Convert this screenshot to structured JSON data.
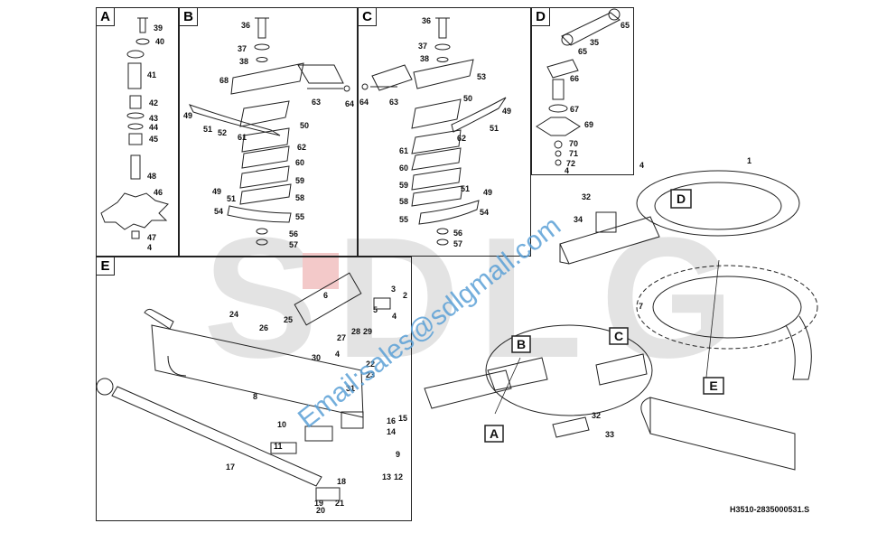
{
  "panels": {
    "a": "A",
    "b": "B",
    "c": "C",
    "d": "D",
    "e": "E"
  },
  "callouts": {
    "a": "A",
    "b": "B",
    "c": "C",
    "d": "D",
    "e": "E"
  },
  "parts": {
    "a": [
      "39",
      "40",
      "41",
      "42",
      "43",
      "44",
      "45",
      "48",
      "46",
      "47",
      "4"
    ],
    "b": [
      "36",
      "37",
      "38",
      "68",
      "63",
      "64",
      "49",
      "50",
      "51",
      "52",
      "61",
      "62",
      "60",
      "59",
      "58",
      "49",
      "51",
      "54",
      "55",
      "56",
      "57"
    ],
    "c": [
      "36",
      "37",
      "38",
      "53",
      "64",
      "63",
      "50",
      "49",
      "62",
      "51",
      "61",
      "60",
      "59",
      "58",
      "51",
      "49",
      "55",
      "54",
      "56",
      "57"
    ],
    "d": [
      "65",
      "35",
      "65",
      "66",
      "67",
      "69",
      "70",
      "71",
      "72",
      "4"
    ],
    "main": [
      "1",
      "4",
      "32",
      "34",
      "7",
      "32",
      "33"
    ],
    "e": [
      "3",
      "2",
      "6",
      "5",
      "4",
      "24",
      "26",
      "25",
      "28",
      "29",
      "27",
      "30",
      "4",
      "22",
      "23",
      "8",
      "31",
      "10",
      "16",
      "15",
      "14",
      "11",
      "9",
      "17",
      "13",
      "12",
      "18",
      "19",
      "21",
      "20"
    ]
  },
  "watermark": {
    "brand": "SDLG",
    "email": "Email:sales@sdlgmall.com"
  },
  "document_id": "H3510-2835000531.S",
  "colors": {
    "line": "#222222",
    "watermark_gray": "#e3e3e3",
    "watermark_red": "#f3c9c9",
    "email_blue": "#5aa0d6"
  }
}
